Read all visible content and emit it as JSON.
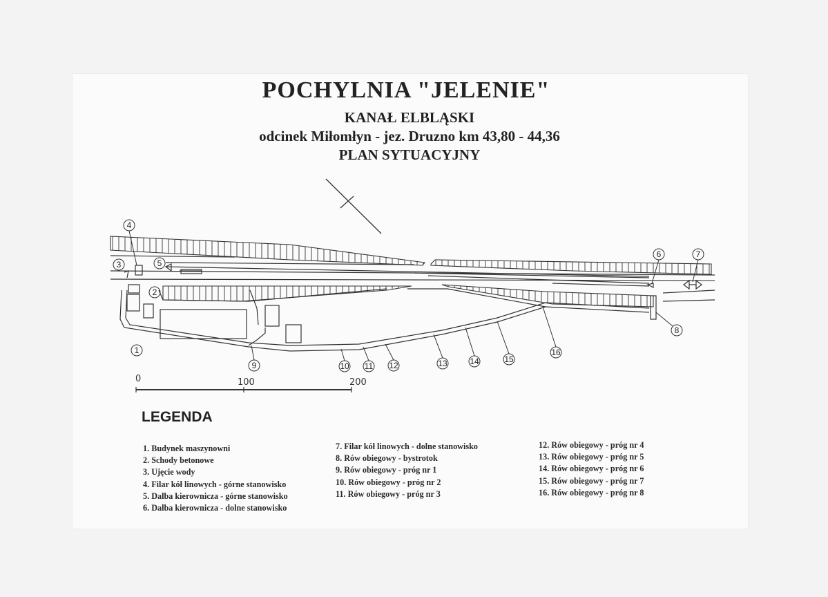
{
  "title": "POCHYLNIA \"JELENIE\"",
  "subtitle": "KANAŁ ELBLĄSKI",
  "section": "odcinek Miłomłyn - jez. Druzno km 43,80 - 44,36",
  "plan_label": "PLAN SYTUACYJNY",
  "scale": {
    "labels": [
      "0",
      "100",
      "200"
    ]
  },
  "markers": [
    "1",
    "2",
    "3",
    "4",
    "5",
    "6",
    "7",
    "8",
    "9",
    "10",
    "11",
    "12",
    "13",
    "14",
    "15",
    "16"
  ],
  "legend": {
    "heading": "LEGENDA",
    "col1": [
      "1. Budynek maszynowni",
      "2. Schody betonowe",
      "3. Ujęcie wody",
      "4. Filar kół linowych - górne stanowisko",
      "5. Dalba kierownicza - górne stanowisko",
      "6. Dalba kierownicza - dolne stanowisko"
    ],
    "col2": [
      "7. Filar kół linowych - dolne stanowisko",
      "8. Rów obiegowy - bystrotok",
      "9. Rów obiegowy - próg nr 1",
      "10. Rów obiegowy - próg nr 2",
      "11. Rów obiegowy - próg nr 3"
    ],
    "col3": [
      "12. Rów obiegowy - próg nr 4",
      "13. Rów obiegowy - próg nr 5",
      "14. Rów obiegowy - próg nr 6",
      "15. Rów obiegowy - próg nr 7",
      "16. Rów obiegowy - próg nr 8"
    ]
  }
}
